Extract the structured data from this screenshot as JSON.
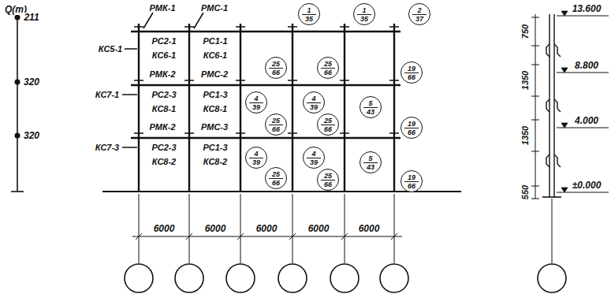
{
  "diagram": {
    "nodes": [
      {
        "text": [
          "1",
          "35"
        ]
      },
      {
        "text": [
          "1",
          "35"
        ]
      },
      {
        "text": [
          "2",
          "37"
        ]
      },
      {
        "text": [
          "25",
          "66"
        ]
      },
      {
        "text": [
          "25",
          "66"
        ]
      },
      {
        "text": [
          "19",
          "66"
        ]
      },
      {
        "text": [
          "4",
          "39"
        ]
      },
      {
        "text": [
          "4",
          "39"
        ]
      },
      {
        "text": [
          "5",
          "43"
        ]
      },
      {
        "text": [
          "25",
          "66"
        ]
      },
      {
        "text": [
          "25",
          "66"
        ]
      },
      {
        "text": [
          "19",
          "66"
        ]
      },
      {
        "text": [
          "4",
          "39"
        ]
      },
      {
        "text": [
          "4",
          "39"
        ]
      },
      {
        "text": [
          "5",
          "43"
        ]
      },
      {
        "text": [
          "25",
          "66"
        ]
      },
      {
        "text": [
          "25",
          "66"
        ]
      },
      {
        "text": [
          "19",
          "66"
        ]
      }
    ],
    "labels": [
      "Q(m)",
      "211",
      "320",
      "320",
      "РМК-1",
      "РМС-1",
      "РС2-1",
      "РС1-1",
      "КС5-1",
      "КС6-1",
      "КС6-1",
      "РМК-2",
      "РМС-2",
      "КС7-1",
      "РС2-3",
      "РС1-3",
      "КС8-1",
      "КС8-1",
      "РМК-2",
      "РМС-3",
      "КС7-3",
      "РС2-3",
      "РС1-3",
      "КС8-2",
      "КС8-2",
      "750",
      "1350",
      "1350",
      "550",
      "13.600",
      "8.800",
      "4.000",
      "±0.000",
      "6000",
      "6000",
      "6000",
      "6000",
      "6000"
    ]
  }
}
